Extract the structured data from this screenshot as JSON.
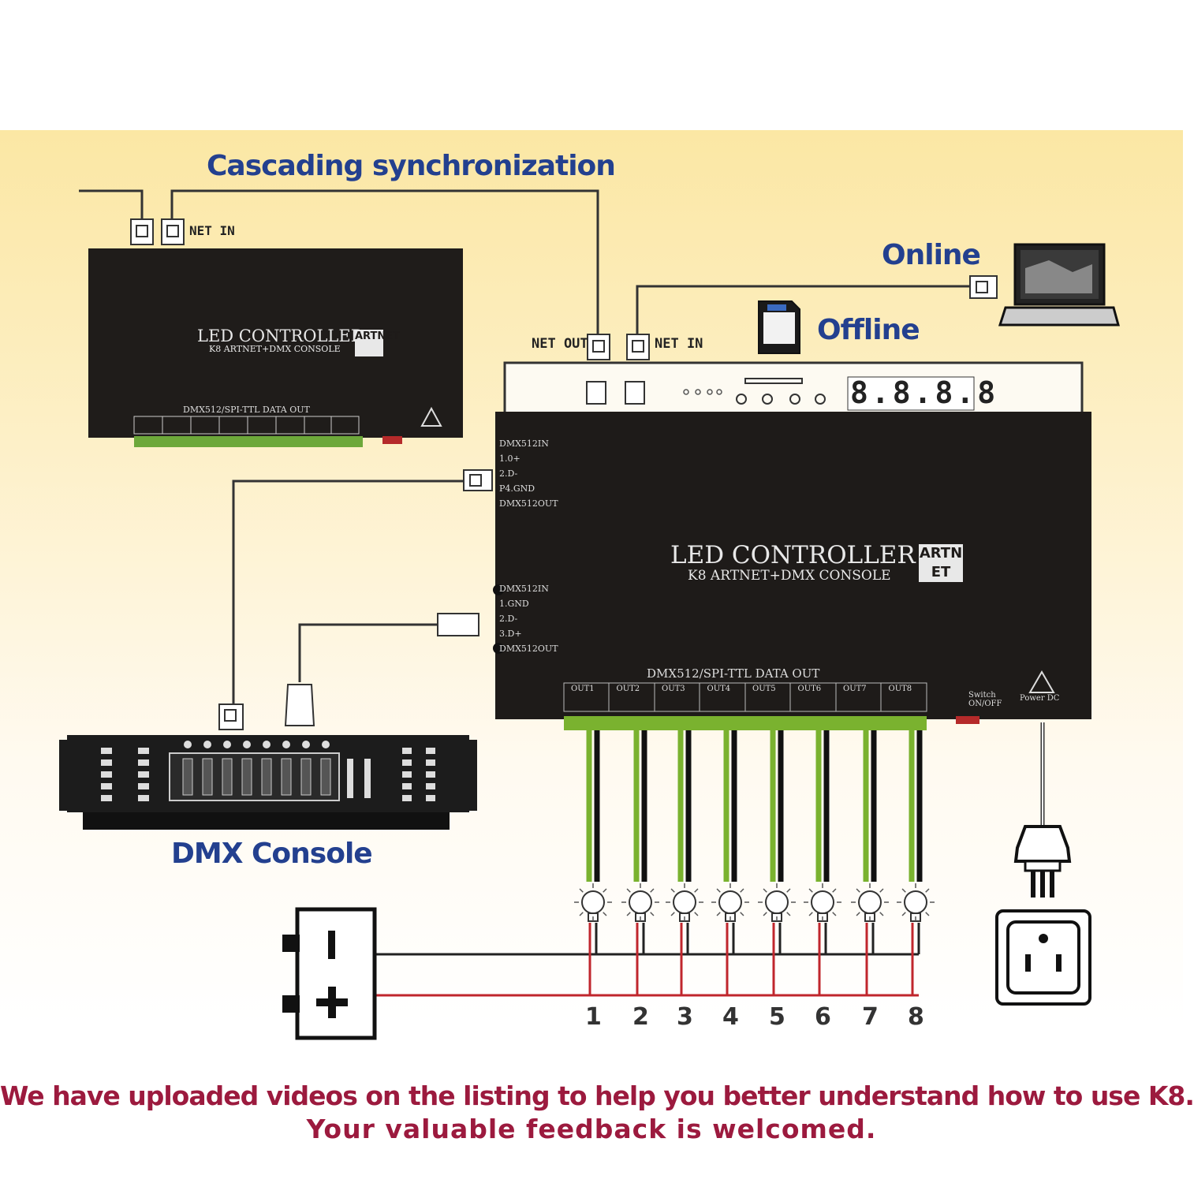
{
  "headings": {
    "cascading": "Cascading synchronization",
    "online": "Online",
    "offline": "Offline",
    "dmx_console": "DMX Console"
  },
  "ports": {
    "net_in_top": "NET IN",
    "net_out": "NET OUT",
    "net_in": "NET IN"
  },
  "controller": {
    "title": "LED CONTROLLER",
    "subtitle": "K8 ARTNET+DMX CONSOLE",
    "logo": "ARTNET",
    "data_out": "DMX512/SPI-TTL  DATA  OUT",
    "display": "8.8.8.8",
    "left_labels": [
      "DMX512IN",
      "1.0+",
      "2.D-",
      "P4.GND",
      "DMX512OUT"
    ],
    "left_labels_2": [
      "DMX512IN",
      "1.GND",
      "2.D-",
      "3.D+",
      "DMX512OUT"
    ],
    "outputs": [
      "OUT1",
      "OUT2",
      "OUT3",
      "OUT4",
      "OUT5",
      "OUT6",
      "OUT7",
      "OUT8"
    ],
    "switch_label": "Switch ON/OFF",
    "power_label": "Power DC"
  },
  "small_controller": {
    "title": "LED CONTROLLER",
    "subtitle": "K8 ARTNET+DMX CONSOLE",
    "data_out": "DMX512/SPI-TTL  DATA  OUT"
  },
  "outputs_numbers": [
    "1",
    "2",
    "3",
    "4",
    "5",
    "6",
    "7",
    "8"
  ],
  "footer": {
    "line1": "We have uploaded videos on the listing to help you better understand how to use K8.",
    "line2": "Your valuable feedback is welcomed."
  },
  "icons": [
    "laptop-icon",
    "sd-card-icon",
    "rj45-port-icon",
    "power-plug-icon",
    "wall-outlet-icon",
    "power-supply-icon",
    "bulb-icon"
  ],
  "colors": {
    "heading": "#23408f",
    "footer": "#9c1a3e",
    "device": "#1e1b19",
    "green_wire": "#7ab22f",
    "red_wire": "#c0262d"
  }
}
